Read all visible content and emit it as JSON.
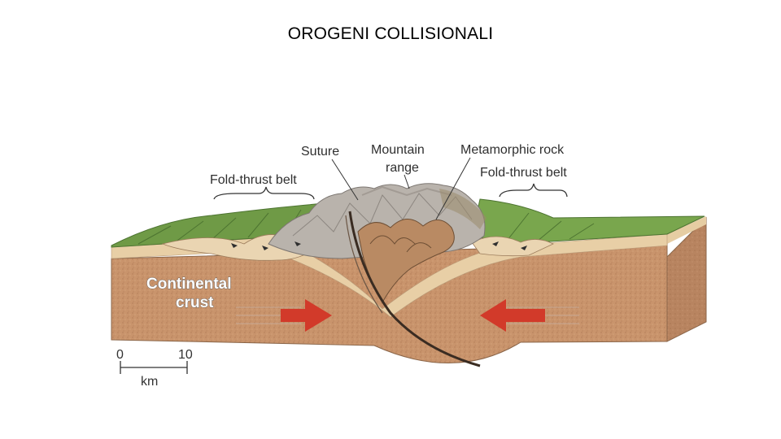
{
  "title": "OROGENI COLLISIONALI",
  "diagram": {
    "labels": {
      "suture": "Suture",
      "mountain_range_line1": "Mountain",
      "mountain_range_line2": "range",
      "metamorphic_rock": "Metamorphic rock",
      "fold_thrust_belt_left": "Fold-thrust belt",
      "fold_thrust_belt_right": "Fold-thrust belt",
      "continental_crust_line1": "Continental",
      "continental_crust_line2": "crust"
    },
    "scale_bar": {
      "start": "0",
      "end": "10",
      "unit": "km"
    },
    "colors": {
      "surface_green": "#6f9a46",
      "crust_brown": "#c7916a",
      "sediment_tan": "#e8cfa6",
      "metamorphic_gray": "#b9b3ac",
      "arrow_red": "#d23a2a"
    }
  }
}
